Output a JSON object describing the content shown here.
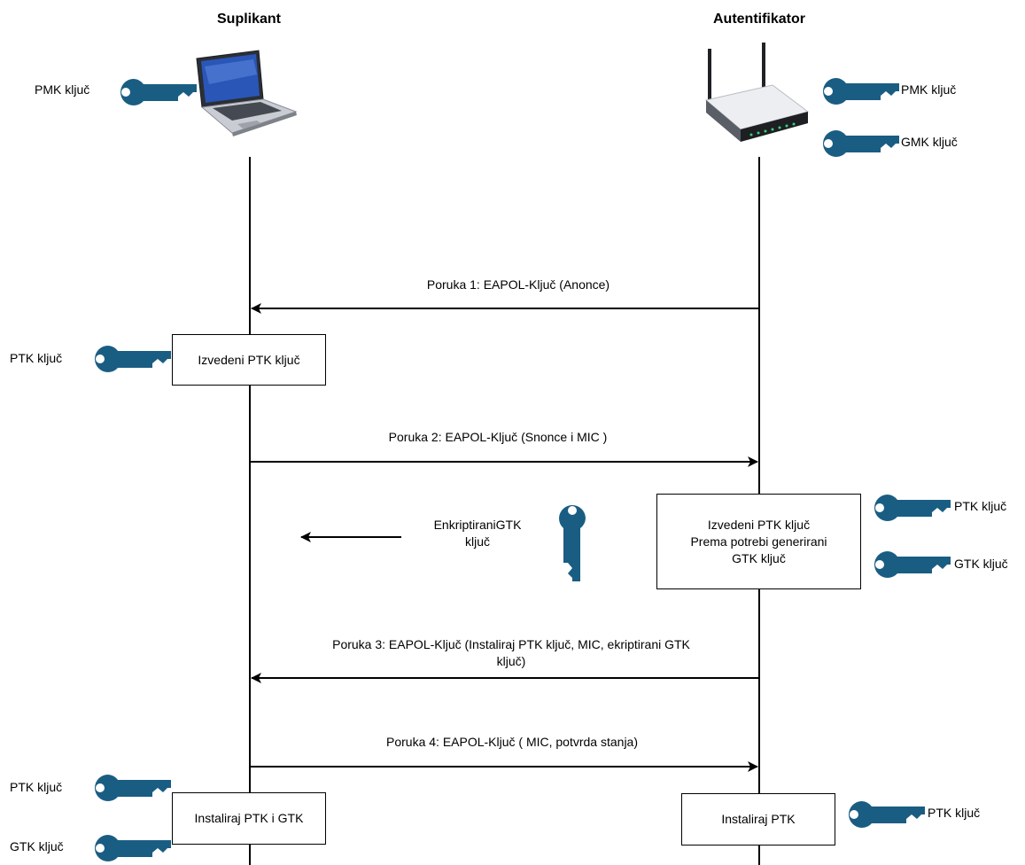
{
  "actors": {
    "supplicant": "Suplikant",
    "authenticator": "Autentifikator"
  },
  "colors": {
    "key": "#1a5d83",
    "line": "#000000"
  },
  "icons": {
    "supplicant": "laptop-icon",
    "authenticator": "router-icon",
    "key": "key-icon"
  },
  "keys": {
    "supp_pmk": "PMK ključ",
    "auth_pmk": "PMK ključ",
    "auth_gmk": "GMK ključ",
    "supp_ptk_1": "PTK ključ",
    "auth_ptk_1": "PTK ključ",
    "auth_gtk_1": "GTK ključ",
    "supp_ptk_2": "PTK ključ",
    "supp_gtk_2": "GTK ključ",
    "auth_ptk_2": "PTK ključ"
  },
  "messages": {
    "m1": "Poruka 1: EAPOL-Ključ (Anonce)",
    "m2": "Poruka 2: EAPOL-Ključ (Snonce i MIC )",
    "m3_line1": "Poruka 3: EAPOL-Ključ (Instaliraj PTK ključ, MIC, ekriptirani GTK",
    "m3_line2": "ključ)",
    "m4": "Poruka 4: EAPOL-Ključ ( MIC, potvrda stanja)"
  },
  "gtk_note": {
    "line1": "EnkriptiraniGTK",
    "line2": "ključ"
  },
  "boxes": {
    "supp_derive": "Izvedeni PTK ključ",
    "auth_derive": "Izvedeni PTK ključ\nPrema potrebi generirani\nGTK ključ",
    "supp_install": "Instaliraj PTK i GTK",
    "auth_install": "Instaliraj PTK"
  }
}
